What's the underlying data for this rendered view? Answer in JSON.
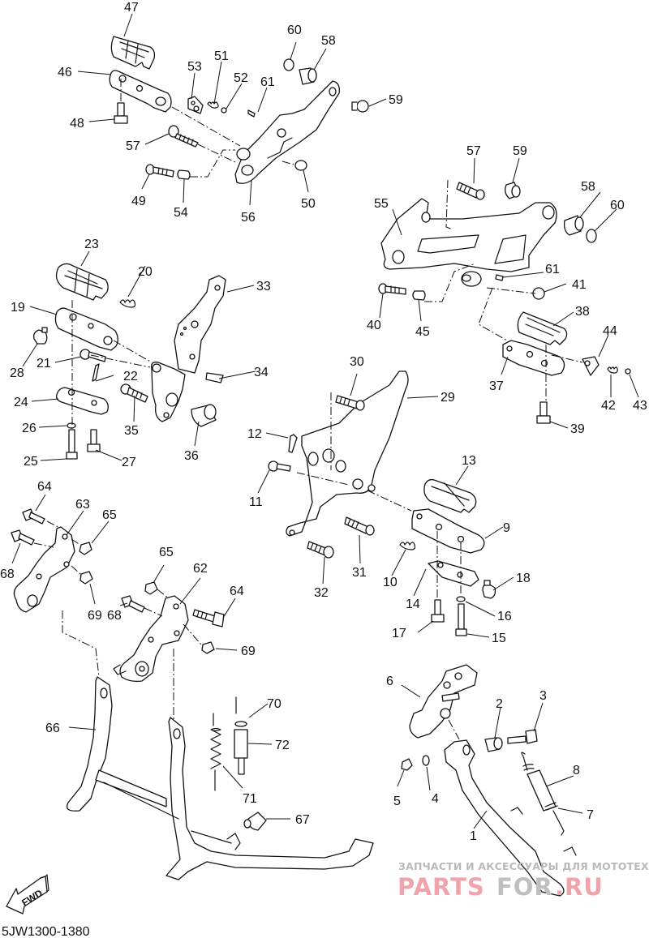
{
  "diagram": {
    "type": "exploded-parts-diagram",
    "drawing_code": "5JW1300-1380",
    "direction_badge": "FWD",
    "watermark": {
      "tagline": "ЗАПЧАСТИ И АКСЕССУАРЫ ДЛЯ МОТОТЕХНИКИ",
      "brand_part1": "PARTS",
      "brand_part2": "FOR",
      "brand_part3": ".RU",
      "brand_color": "#f0a3aa",
      "accent_gray": "#bfbfbf"
    },
    "callouts": {
      "c1": "1",
      "c2": "2",
      "c3": "3",
      "c4": "4",
      "c5": "5",
      "c6": "6",
      "c7": "7",
      "c8": "8",
      "c9": "9",
      "c10": "10",
      "c11": "11",
      "c12": "12",
      "c13": "13",
      "c14": "14",
      "c15": "15",
      "c16": "16",
      "c17": "17",
      "c18": "18",
      "c19": "19",
      "c20": "20",
      "c21": "21",
      "c22": "22",
      "c23": "23",
      "c24": "24",
      "c25": "25",
      "c26": "26",
      "c27": "27",
      "c28": "28",
      "c29": "29",
      "c30": "30",
      "c31": "31",
      "c32": "32",
      "c33": "33",
      "c34": "34",
      "c35": "35",
      "c36": "36",
      "c37": "37",
      "c38": "38",
      "c39": "39",
      "c40": "40",
      "c41": "41",
      "c42": "42",
      "c43": "43",
      "c44": "44",
      "c45": "45",
      "c46": "46",
      "c47": "47",
      "c48": "48",
      "c49": "49",
      "c50": "50",
      "c51": "51",
      "c52": "52",
      "c53": "53",
      "c54": "54",
      "c55": "55",
      "c56": "56",
      "c57a": "57",
      "c57b": "57",
      "c58a": "58",
      "c58b": "58",
      "c59a": "59",
      "c59b": "59",
      "c60a": "60",
      "c60b": "60",
      "c61a": "61",
      "c61b": "61",
      "c62": "62",
      "c63": "63",
      "c64a": "64",
      "c64b": "64",
      "c65a": "65",
      "c65b": "65",
      "c66": "66",
      "c67": "67",
      "c68a": "68",
      "c68b": "68",
      "c69a": "69",
      "c69b": "69",
      "c70": "70",
      "c71": "71",
      "c72": "72"
    }
  }
}
